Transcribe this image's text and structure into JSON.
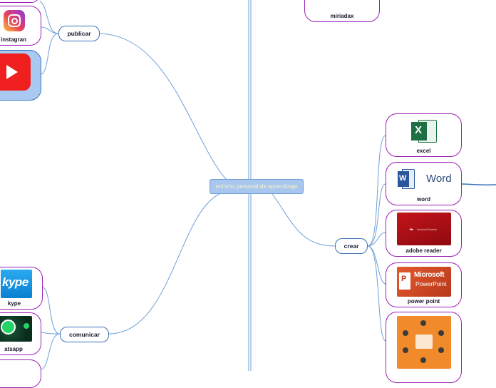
{
  "center_topic": {
    "label": "entorno personal de aprendizaje"
  },
  "branches": {
    "publicar": {
      "label": "publicar",
      "children": [
        "instagran"
      ]
    },
    "comunicar": {
      "label": "comunicar",
      "children": [
        "kype",
        "atsapp"
      ]
    },
    "crear": {
      "label": "crear",
      "children": [
        "excel",
        "word",
        "adobe reader",
        "power point"
      ]
    }
  },
  "nodes": {
    "miriadax": "miriadax",
    "instagran": "instagran",
    "kype": "kype",
    "atsapp": "atsapp",
    "excel": "excel",
    "word": "word",
    "adobe_reader": "adobe reader",
    "power_point": "power point"
  },
  "logo_text": {
    "skype": "kype",
    "word": "Word",
    "powerpoint_line1": "Microsoft",
    "powerpoint_line2": "PowerPoint",
    "acrobat": "Acrobat Reader"
  },
  "colors": {
    "node_border": "#9b1fb5",
    "branch_border": "#3b73b9",
    "connector": "#6fa0d8",
    "center_fill": "#a9c7ee",
    "center_text": "#f7f3c6"
  }
}
